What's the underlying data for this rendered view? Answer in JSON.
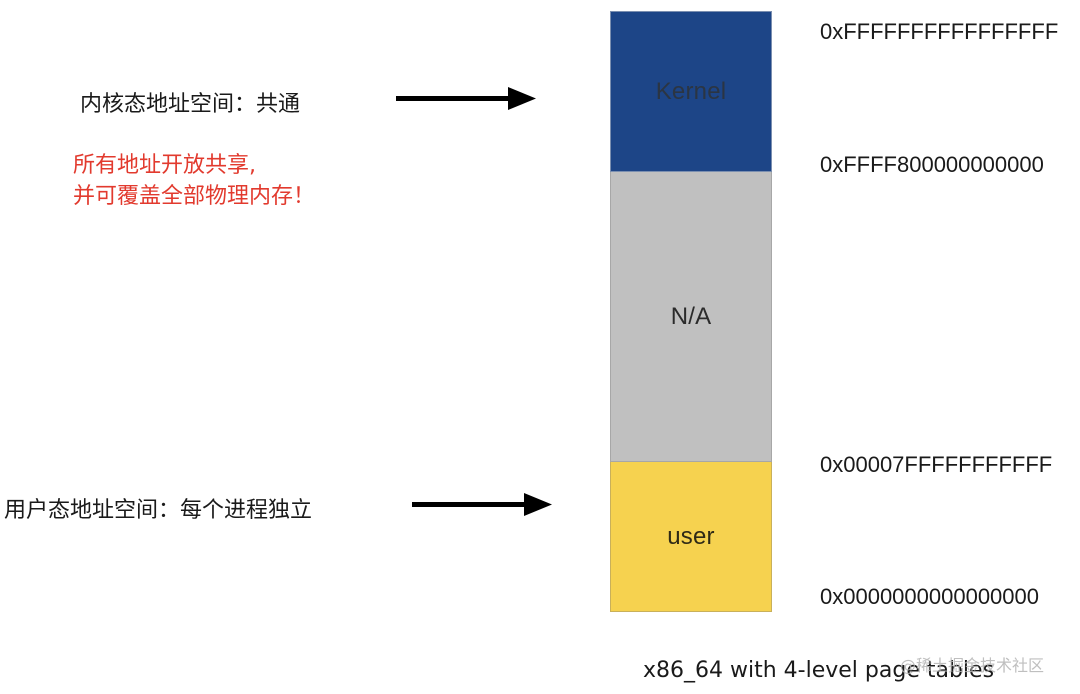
{
  "colors": {
    "kernel_block": "#1d4587",
    "na_block": "#c0c0c0",
    "user_block": "#f6d24f",
    "note_text": "#e23a2e",
    "arrow": "#000000"
  },
  "memory_layout": {
    "segments": [
      {
        "label": "Kernel",
        "fill": "#1d4587",
        "text_color": "#2b3543"
      },
      {
        "label": "N/A",
        "fill": "#c0c0c0",
        "text_color": "#2b2b2b"
      },
      {
        "label": "user",
        "fill": "#f6d24f",
        "text_color": "#2f2a16"
      }
    ],
    "addresses": [
      "0xFFFFFFFFFFFFFFFF",
      "0xFFFF800000000000",
      "0x00007FFFFFFFFFFF",
      "0x0000000000000000"
    ]
  },
  "labels": {
    "kernel_space": "内核态地址空间：共通",
    "user_space": "用户态地址空间：每个进程独立"
  },
  "note": {
    "line1": "所有地址开放共享,",
    "line2": "并可覆盖全部物理内存！"
  },
  "caption": "x86_64 with 4-level page tables",
  "watermark": "@稀土掘金技术社区",
  "icons": {
    "kernel_arrow": "right-arrow-icon",
    "user_arrow": "right-arrow-icon"
  }
}
